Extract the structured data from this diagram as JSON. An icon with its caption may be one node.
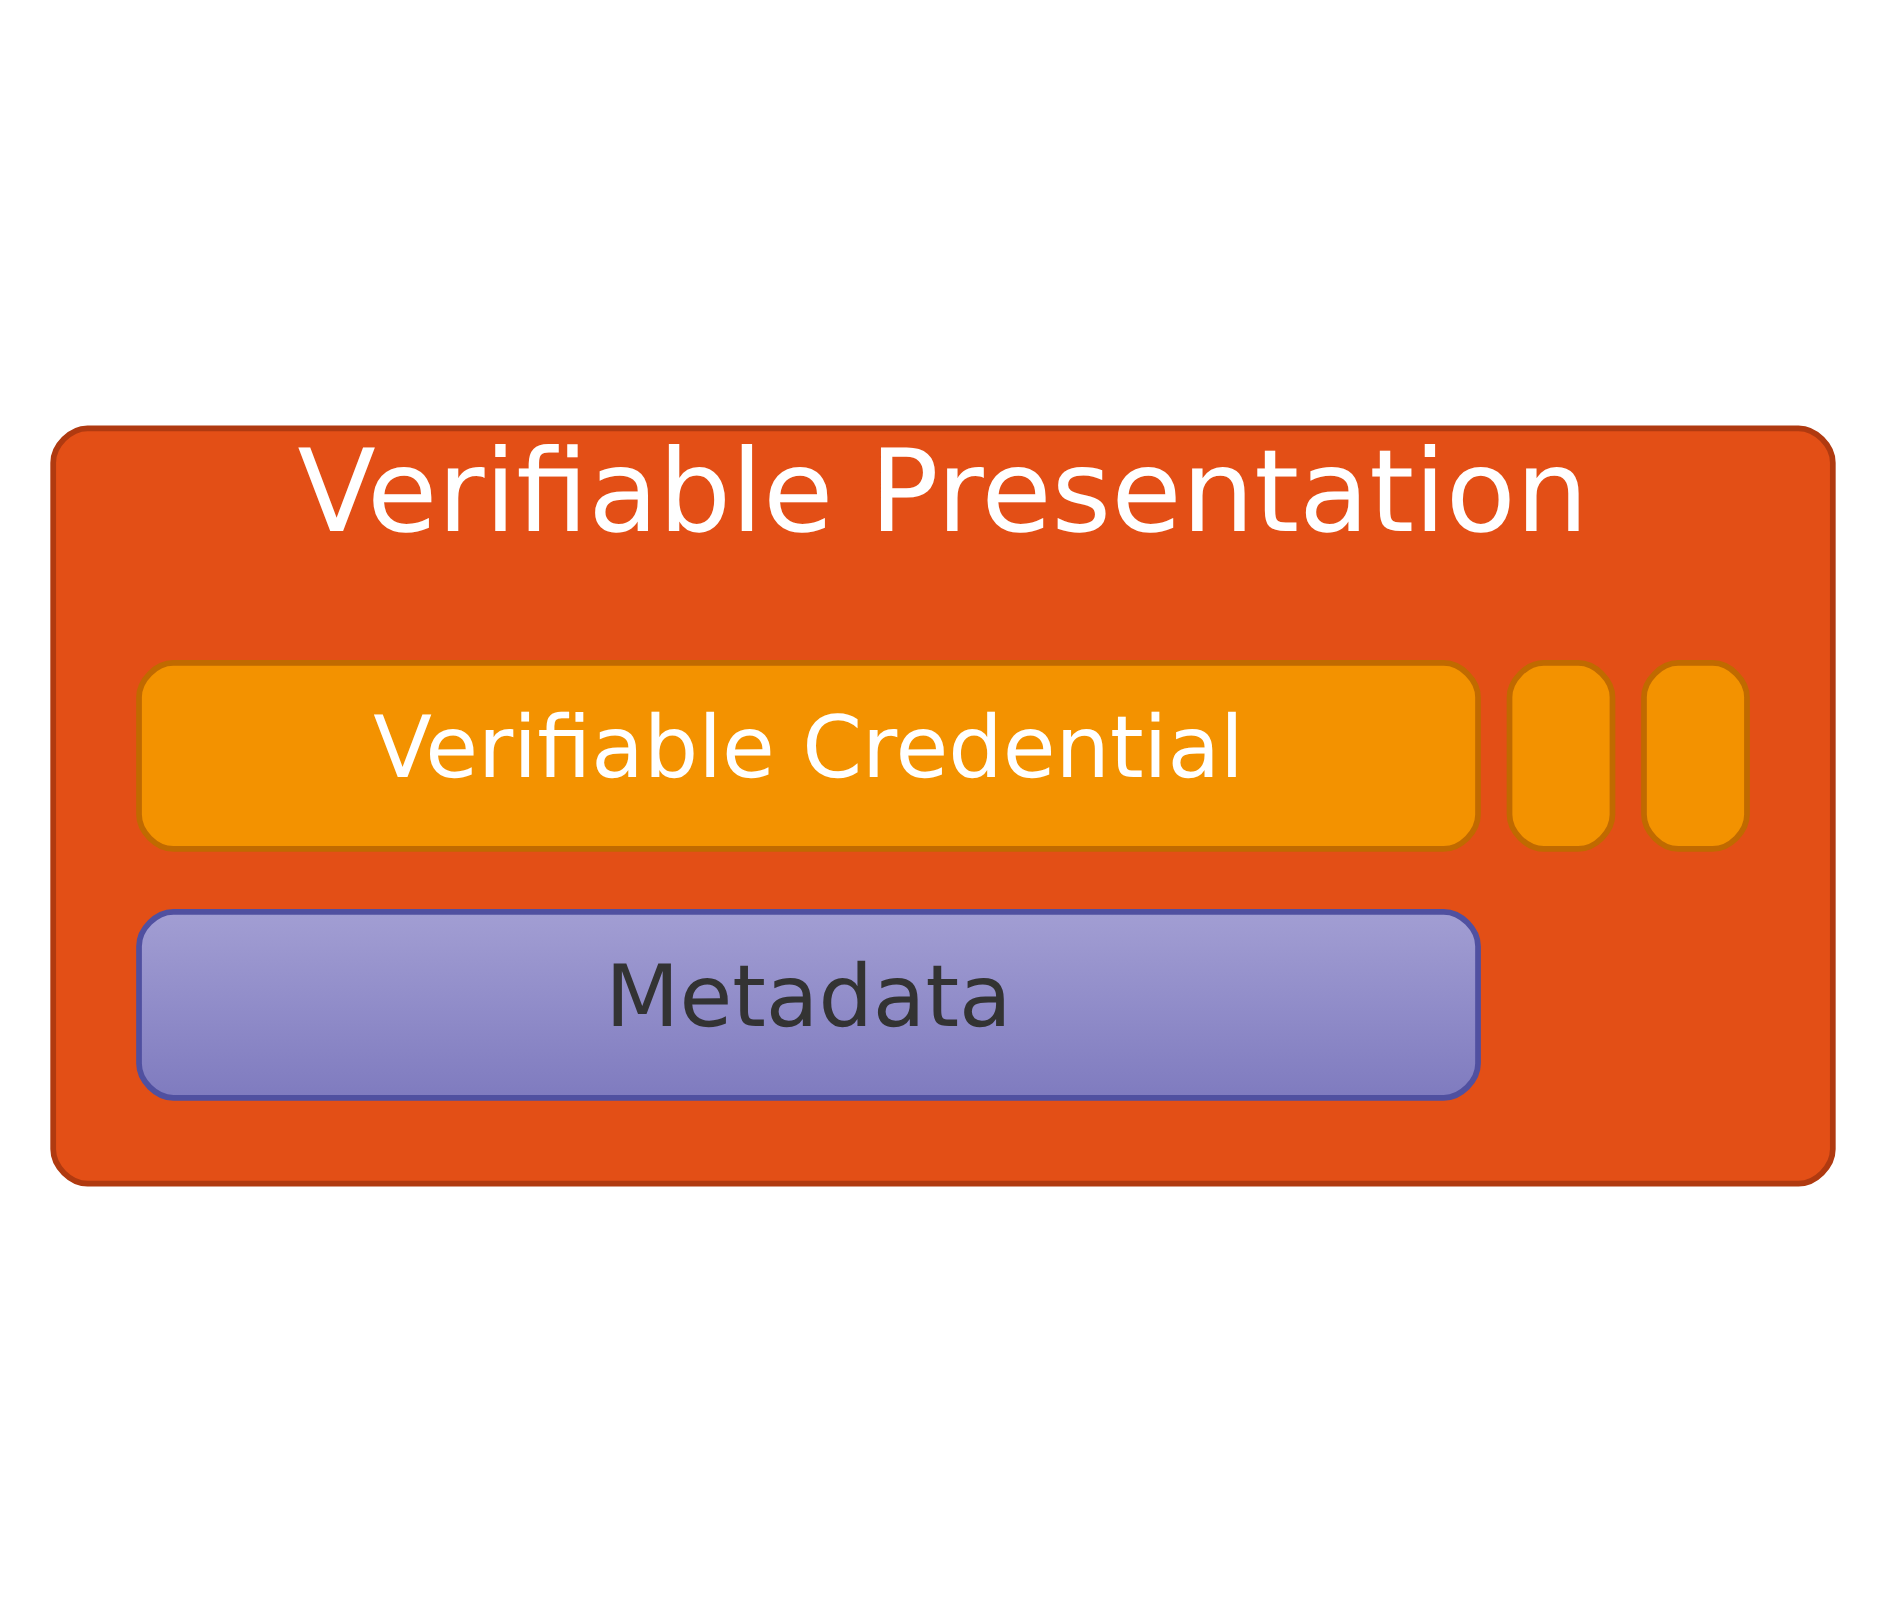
{
  "diagram": {
    "nodes": [
      {
        "text": [
          "Verifiable Presentation"
        ]
      },
      {
        "text": [],
        "shape": "box",
        "in": 0
      },
      {
        "text": [],
        "shape": "box",
        "in": 0
      },
      {
        "text": [
          "Verifiable Credential"
        ],
        "in": 0
      },
      {
        "text": [
          "Metadata"
        ],
        "in": 0
      }
    ],
    "edges": []
  }
}
